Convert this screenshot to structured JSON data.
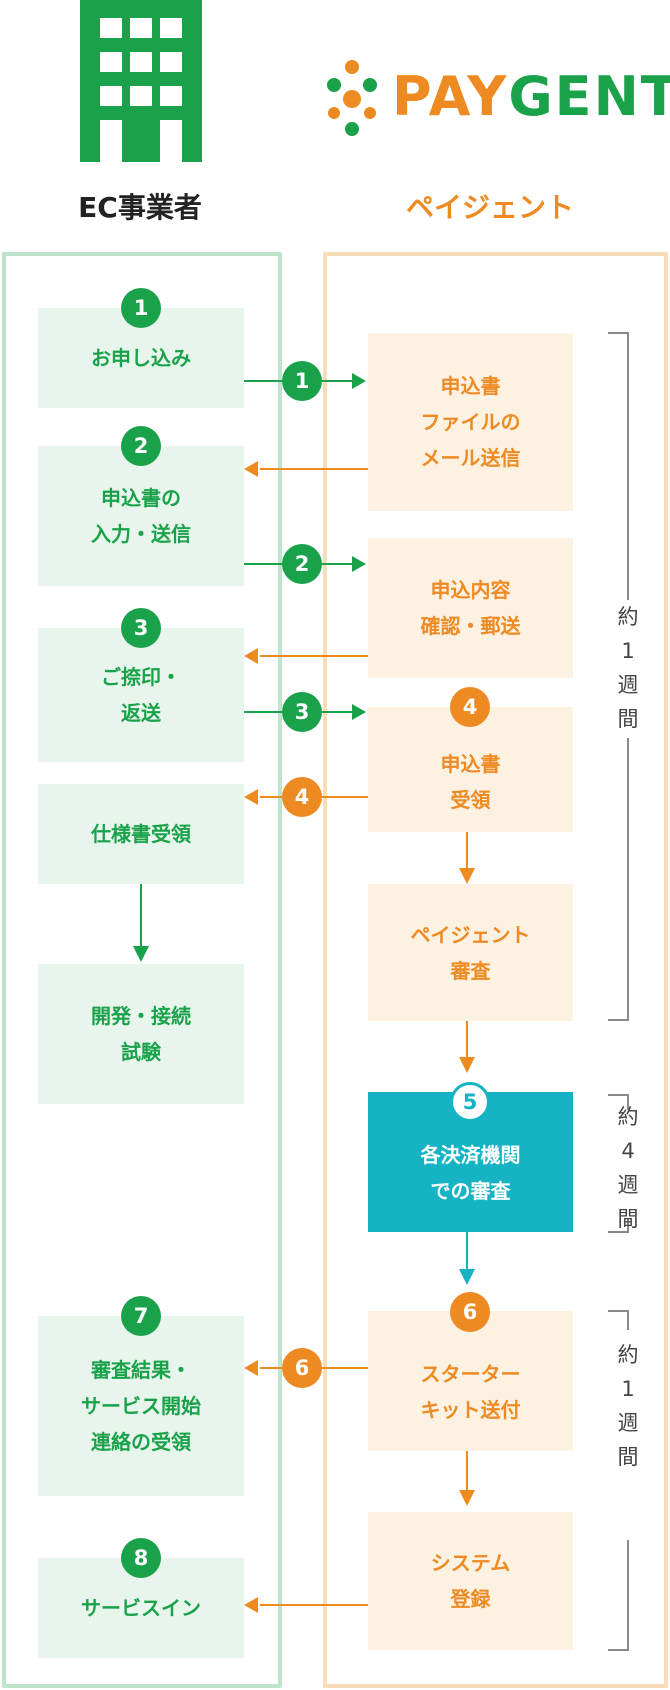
{
  "header": {
    "left_title": "EC事業者",
    "right_title": "ペイジェント",
    "logo_text_pay": "PAY",
    "logo_text_gent": "GENT"
  },
  "colors": {
    "green": "#1aa24b",
    "orange": "#ee8a22",
    "teal": "#16b3c4",
    "green_bg": "#e8f5ec",
    "orange_bg": "#fdf1e2"
  },
  "left_steps": [
    {
      "badge": "1",
      "lines": [
        "お申し込み"
      ]
    },
    {
      "badge": "2",
      "lines": [
        "申込書の",
        "入力・送信"
      ]
    },
    {
      "badge": "3",
      "lines": [
        "ご捺印・",
        "返送"
      ]
    },
    {
      "badge": "",
      "lines": [
        "仕様書受領"
      ]
    },
    {
      "badge": "",
      "lines": [
        "開発・接続",
        "試験"
      ]
    },
    {
      "badge": "7",
      "lines": [
        "審査結果・",
        "サービス開始",
        "連絡の受領"
      ]
    },
    {
      "badge": "8",
      "lines": [
        "サービスイン"
      ]
    }
  ],
  "right_steps": [
    {
      "badge": "",
      "lines": [
        "申込書",
        "ファイルの",
        "メール送信"
      ]
    },
    {
      "badge": "",
      "lines": [
        "申込内容",
        "確認・郵送"
      ]
    },
    {
      "badge": "4",
      "lines": [
        "申込書",
        "受領"
      ]
    },
    {
      "badge": "",
      "lines": [
        "ペイジェント",
        "審査"
      ]
    },
    {
      "badge": "5",
      "lines": [
        "各決済機関",
        "での審査"
      ]
    },
    {
      "badge": "6",
      "lines": [
        "スターター",
        "キット送付"
      ]
    },
    {
      "badge": "",
      "lines": [
        "システム",
        "登録"
      ]
    }
  ],
  "arrow_badges": [
    "1",
    "2",
    "3",
    "4",
    "6"
  ],
  "periods": [
    {
      "chars": [
        "約",
        "1",
        "週",
        "間"
      ]
    },
    {
      "chars": [
        "約",
        "4",
        "週",
        "間"
      ]
    },
    {
      "chars": [
        "約",
        "1",
        "週",
        "間"
      ]
    }
  ]
}
